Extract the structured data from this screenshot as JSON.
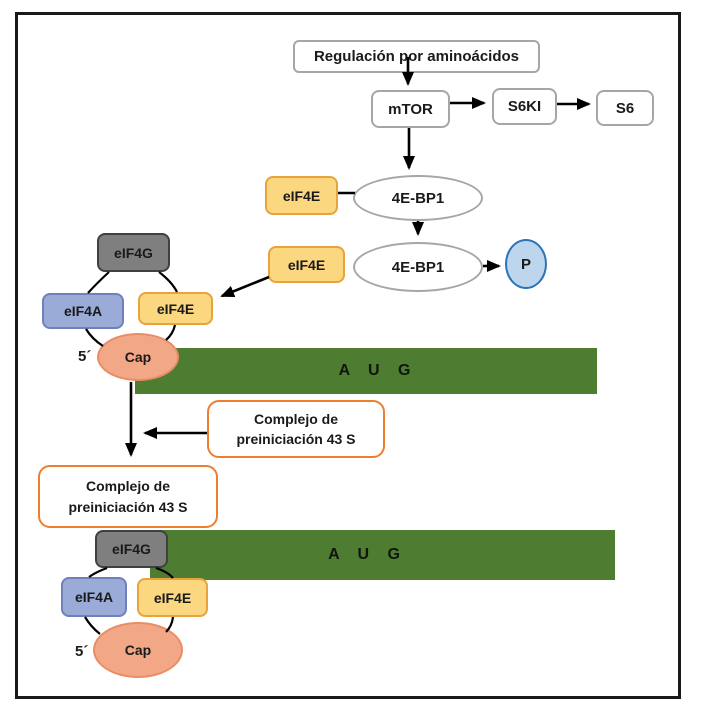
{
  "colors": {
    "frame": "#1a1a1a",
    "node_border_gray": "#a6a6a6",
    "yellow_fill": "#FBD780",
    "yellow_border": "#E8A33D",
    "blue_fill": "#9AABD8",
    "blue_border": "#7080BD",
    "gray_fill": "#7F7F7F",
    "gray_border": "#404040",
    "salmon_fill": "#F2A787",
    "salmon_border": "#E98D64",
    "green_bar": "#4E7C31",
    "phosphate_fill": "#BDD6EE",
    "phosphate_border": "#2E74B5",
    "orange_border": "#ED7D31",
    "arrow": "#000000"
  },
  "top_pathway": {
    "regulation_box": "Regulación por aminoácidos",
    "mtor": "mTOR",
    "s6ki": "S6KI",
    "s6": "S6"
  },
  "bp1_section": {
    "eif4e_top": "eIF4E",
    "ebp1_top": "4E-BP1",
    "eif4e_mid": "eIF4E",
    "ebp1_bottom": "4E-BP1",
    "phosphate": "P"
  },
  "cap_complex_top": {
    "eif4g": "eIF4G",
    "eif4a": "eIF4A",
    "eif4e": "eIF4E",
    "cap": "Cap",
    "five_prime": "5´"
  },
  "mrna_top": {
    "label": "A U G"
  },
  "preinit_box_right": {
    "line1": "Complejo de",
    "line2": "preiniciación 43 S"
  },
  "preinit_box_left": {
    "line1": "Complejo de",
    "line2": "preiniciación 43 S"
  },
  "cap_complex_bottom": {
    "eif4g": "eIF4G",
    "eif4a": "eIF4A",
    "eif4e": "eIF4E",
    "cap": "Cap",
    "five_prime": "5´"
  },
  "mrna_bottom": {
    "label": "A U G"
  }
}
